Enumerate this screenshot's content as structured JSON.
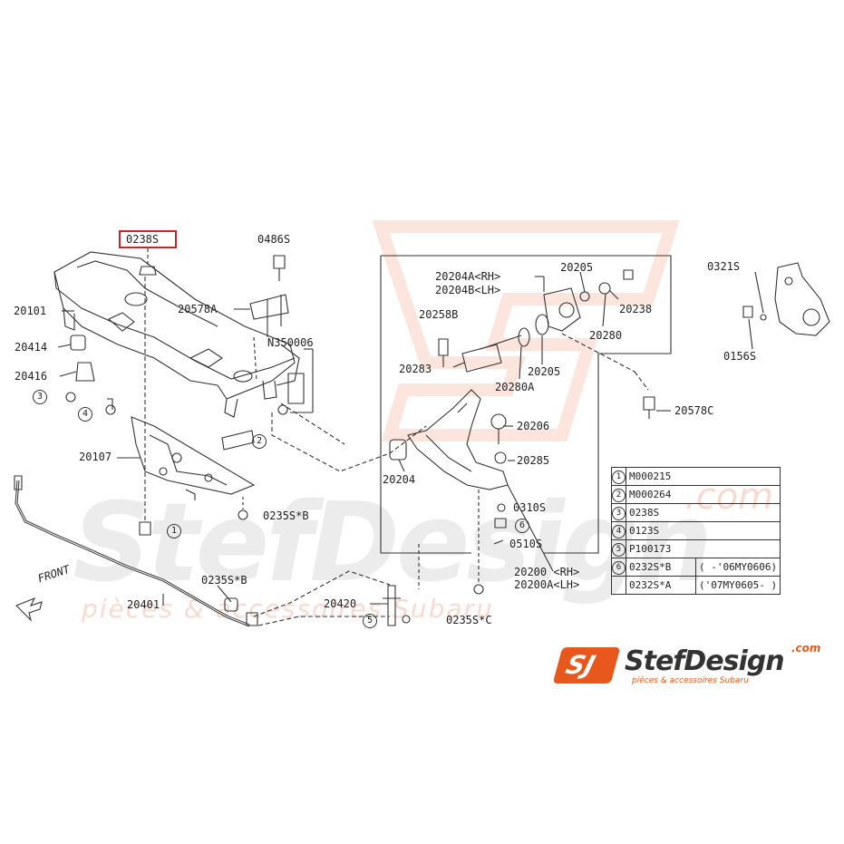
{
  "highlighted_part": "0238S",
  "labels": {
    "p0486s": "0486S",
    "p20101": "20101",
    "p20578a": "20578A",
    "p20414": "20414",
    "pN350006": "N350006",
    "p20416": "20416",
    "p20107": "20107",
    "p0235sb_1": "0235S*B",
    "p0235sb_2": "0235S*B",
    "p20401": "20401",
    "p20420": "20420",
    "p0235sc": "0235S*C",
    "p20204a": "20204A<RH>",
    "p20204b": "20204B<LH>",
    "p20205_top": "20205",
    "p20238": "20238",
    "p20258b": "20258B",
    "p20280": "20280",
    "p20283": "20283",
    "p20205_mid": "20205",
    "p20280a": "20280A",
    "p20578c": "20578C",
    "p20206": "20206",
    "p20285": "20285",
    "p20204": "20204",
    "p0310s": "0310S",
    "p0510s": "0510S",
    "p20200": "20200 <RH>",
    "p20200a": "20200A<LH>",
    "p0321s": "0321S",
    "p0156s": "0156S",
    "front": "FRONT"
  },
  "callouts": {
    "c3": "3",
    "c4": "4",
    "c2": "2",
    "c1": "1",
    "c5": "5",
    "c6": "6"
  },
  "legend": [
    {
      "num": "1",
      "code": "M000215",
      "note": ""
    },
    {
      "num": "2",
      "code": "M000264",
      "note": ""
    },
    {
      "num": "3",
      "code": "0238S",
      "note": ""
    },
    {
      "num": "4",
      "code": "0123S",
      "note": ""
    },
    {
      "num": "5",
      "code": "P100173",
      "note": ""
    },
    {
      "num": "6",
      "code": "0232S*B",
      "note": "( -'06MY0606)"
    },
    {
      "num": "",
      "code": "0232S*A",
      "note": "('07MY0605- )"
    }
  ],
  "logo": {
    "mark": "SJ",
    "name": "StefDesign",
    "com": ".com",
    "tagline": "pièces & accessoires Subaru"
  },
  "watermark": {
    "name": "StefDesign",
    "com": ".com",
    "tagline": "pièces & accessoires Subaru"
  },
  "colors": {
    "highlight": "#d42020",
    "brand_orange": "#e8581c",
    "line": "#333333"
  }
}
